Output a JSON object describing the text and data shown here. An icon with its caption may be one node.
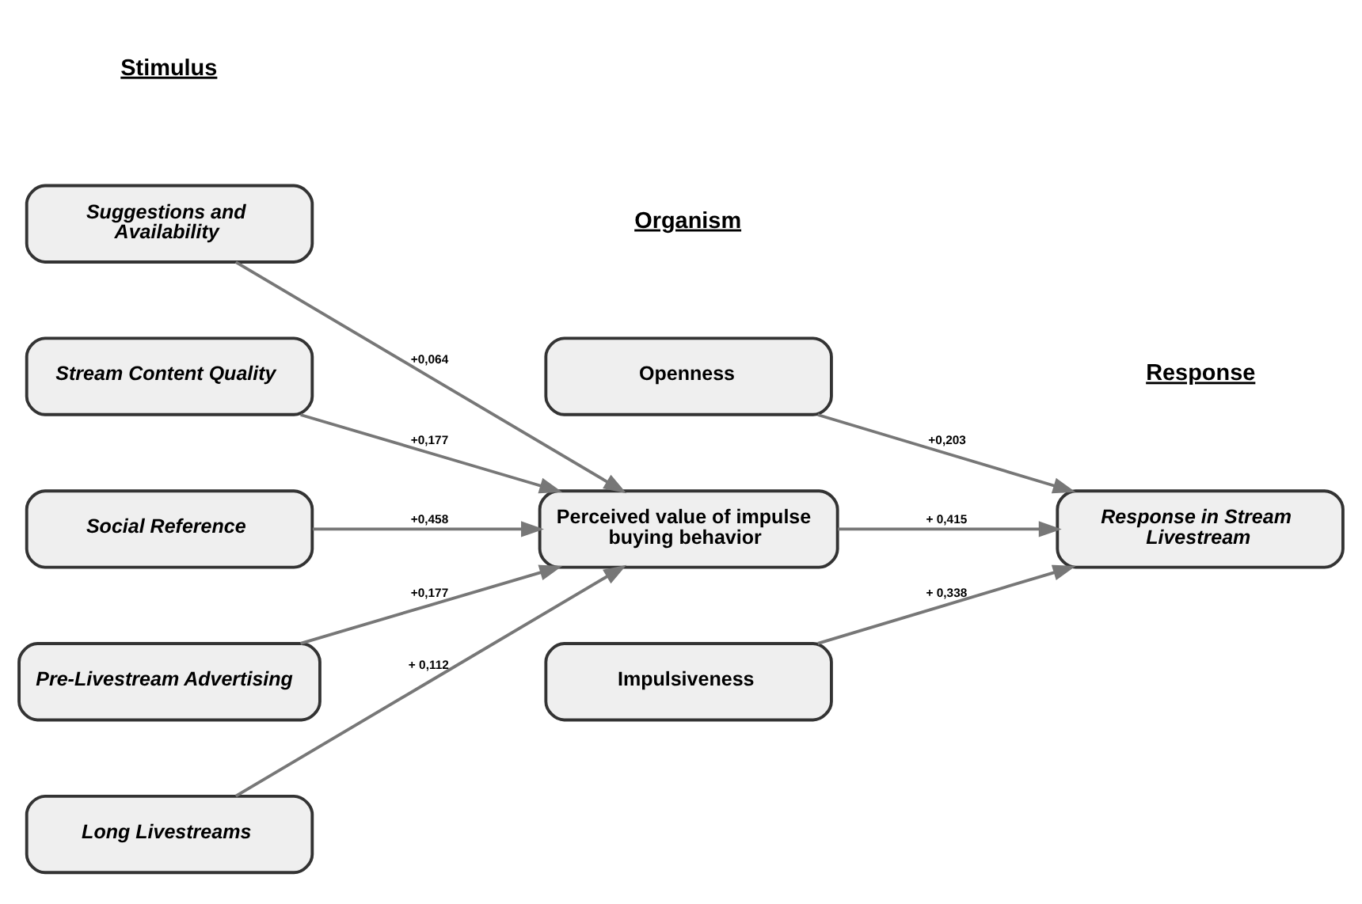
{
  "diagram": {
    "nodes": [
      {
        "text": [
          "Suggestions and Availability"
        ]
      },
      {
        "text": [
          "Stream Content Quality"
        ]
      },
      {
        "text": [
          "Social Reference"
        ]
      },
      {
        "text": [
          "Pre-Livestream Advertising"
        ]
      },
      {
        "text": [
          "Long Livestreams"
        ]
      },
      {
        "text": [
          "Openness"
        ]
      },
      {
        "text": [
          "Perceived value of impulse buying behavior"
        ]
      },
      {
        "text": [
          "Impulsiveness"
        ]
      },
      {
        "text": [
          "Response in Stream Livestream"
        ]
      }
    ],
    "edges": [
      {
        "from": 0,
        "to": 6,
        "arrow": "to",
        "label": "+0,064"
      },
      {
        "from": 1,
        "to": 6,
        "arrow": "to",
        "label": "+0,177"
      },
      {
        "from": 2,
        "to": 6,
        "arrow": "to",
        "label": "+0,458"
      },
      {
        "from": 3,
        "to": 6,
        "arrow": "to",
        "label": "+0,177"
      },
      {
        "from": 4,
        "to": 6,
        "arrow": "to",
        "label": "+ 0,112"
      },
      {
        "from": 5,
        "to": 8,
        "arrow": "to",
        "label": "+0,203"
      },
      {
        "from": 6,
        "to": 8,
        "arrow": "to",
        "label": "+ 0,415"
      },
      {
        "from": 7,
        "to": 8,
        "arrow": "to",
        "label": "+ 0,338"
      }
    ],
    "labels": [
      "Stimulus",
      "Organism",
      "Response"
    ]
  }
}
